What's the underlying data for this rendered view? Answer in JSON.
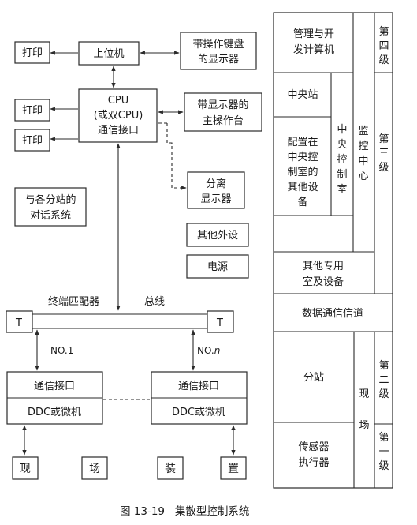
{
  "left": {
    "print_1": "打印",
    "host": "上位机",
    "kbd_display": [
      "带操作键盘",
      "的显示器"
    ],
    "print_2": "打印",
    "print_3": "打印",
    "cpu": [
      "CPU",
      "(或双CPU)",
      "通信接口"
    ],
    "main_console": [
      "带显示器的",
      "主操作台"
    ],
    "dialog": [
      "与各分站的",
      "对话系统"
    ],
    "separate_display": [
      "分离",
      "显示器"
    ],
    "other_peripherals": "其他外设",
    "power": "电源",
    "terminal_matcher": "终端匹配器",
    "bus": "总线",
    "t_left": "T",
    "t_right": "T",
    "no1": "NO.1",
    "non_prefix": "NO.",
    "non_var": "n",
    "comm_interface_1": "通信接口",
    "ddc_1": "DDC或微机",
    "comm_interface_2": "通信接口",
    "ddc_2": "DDC或微机",
    "field_chars": [
      "现",
      "场",
      "装",
      "置"
    ]
  },
  "right": {
    "mgmt": [
      "管理与开",
      "发计算机"
    ],
    "central_station": "中央站",
    "central_other": [
      "配置在",
      "中央控",
      "制室的",
      "其他设",
      "备"
    ],
    "central_room": [
      "中",
      "央",
      "控",
      "制",
      "室"
    ],
    "monitor_center": [
      "监",
      "控",
      "中",
      "心"
    ],
    "level4": [
      "第",
      "四",
      "级"
    ],
    "level3": [
      "第",
      "三",
      "级"
    ],
    "other_rooms": [
      "其他专用",
      "室及设备"
    ],
    "data_channel": "数据通信信道",
    "substation": "分站",
    "sensors": [
      "传感器",
      "执行器"
    ],
    "field": [
      "现",
      "场"
    ],
    "level2": [
      "第",
      "二",
      "级"
    ],
    "level1": [
      "第",
      "一",
      "级"
    ]
  },
  "caption": "图 13-19   集散型控制系统"
}
